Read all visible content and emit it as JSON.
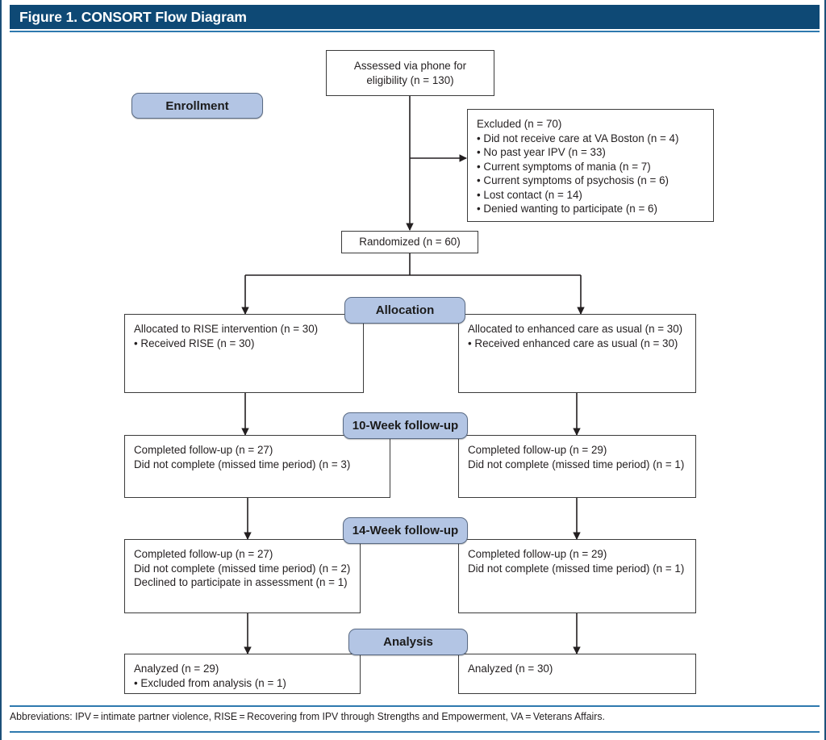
{
  "figure": {
    "title": "Figure 1. CONSORT Flow Diagram",
    "footnote": "Abbreviations: IPV = intimate partner violence, RISE = Recovering from IPV through Strengths and Empowerment, VA = Veterans Affairs.",
    "header_color": "#0e4975",
    "rule_color": "#2e79ae",
    "pill_color": "#b3c5e4",
    "box_border_color": "#3b3b3b"
  },
  "stages": {
    "enrollment": "Enrollment",
    "allocation": "Allocation",
    "followup_10week": "10-Week follow-up",
    "followup_14week": "14-Week follow-up",
    "analysis": "Analysis"
  },
  "boxes": {
    "assessed": {
      "lines": [
        "Assessed via phone for",
        "eligibility (n = 130)"
      ]
    },
    "excluded": {
      "lines": [
        "Excluded (n = 70)",
        "• Did not receive care at VA Boston (n = 4)",
        "• No past year IPV (n = 33)",
        "• Current symptoms of mania (n = 7)",
        "• Current symptoms of psychosis (n = 6)",
        "• Lost contact (n = 14)",
        "• Denied wanting to participate (n = 6)"
      ]
    },
    "randomized": {
      "lines": [
        "Randomized (n = 60)"
      ]
    },
    "allocation_left": {
      "lines": [
        "Allocated to RISE intervention (n = 30)",
        "• Received RISE (n = 30)"
      ]
    },
    "allocation_right": {
      "lines": [
        "Allocated to enhanced care as usual (n = 30)",
        "• Received enhanced care as usual (n = 30)"
      ]
    },
    "followup10_left": {
      "lines": [
        "Completed follow-up (n = 27)",
        "Did not complete (missed time period) (n = 3)"
      ]
    },
    "followup10_right": {
      "lines": [
        "Completed follow-up (n = 29)",
        "Did not complete (missed time period) (n = 1)"
      ]
    },
    "followup14_left": {
      "lines": [
        "Completed follow-up (n = 27)",
        "Did not complete (missed time period) (n = 2)",
        "Declined to participate in assessment (n = 1)"
      ]
    },
    "followup14_right": {
      "lines": [
        "Completed follow-up (n = 29)",
        "Did not complete (missed time period) (n = 1)"
      ]
    },
    "analysis_left": {
      "lines": [
        "Analyzed (n = 29)",
        "• Excluded from analysis (n = 1)"
      ]
    },
    "analysis_right": {
      "lines": [
        "Analyzed (n = 30)"
      ]
    }
  },
  "chart_data": {
    "type": "diagram",
    "title": "Figure 1. CONSORT Flow Diagram",
    "nodes": [
      {
        "id": "assessed",
        "stage": "Enrollment",
        "label": "Assessed via phone for eligibility",
        "n": 130
      },
      {
        "id": "excluded",
        "stage": "Enrollment",
        "label": "Excluded",
        "n": 70,
        "reasons": [
          {
            "reason": "Did not receive care at VA Boston",
            "n": 4
          },
          {
            "reason": "No past year IPV",
            "n": 33
          },
          {
            "reason": "Current symptoms of mania",
            "n": 7
          },
          {
            "reason": "Current symptoms of psychosis",
            "n": 6
          },
          {
            "reason": "Lost contact",
            "n": 14
          },
          {
            "reason": "Denied wanting to participate",
            "n": 6
          }
        ]
      },
      {
        "id": "randomized",
        "stage": "Enrollment",
        "label": "Randomized",
        "n": 60
      },
      {
        "id": "allocation_left",
        "stage": "Allocation",
        "label": "Allocated to RISE intervention",
        "n": 30,
        "details": [
          {
            "label": "Received RISE",
            "n": 30
          }
        ]
      },
      {
        "id": "allocation_right",
        "stage": "Allocation",
        "label": "Allocated to enhanced care as usual",
        "n": 30,
        "details": [
          {
            "label": "Received enhanced care as usual",
            "n": 30
          }
        ]
      },
      {
        "id": "followup10_left",
        "stage": "10-Week follow-up",
        "label": "Completed follow-up",
        "n": 27,
        "details": [
          {
            "label": "Did not complete (missed time period)",
            "n": 3
          }
        ]
      },
      {
        "id": "followup10_right",
        "stage": "10-Week follow-up",
        "label": "Completed follow-up",
        "n": 29,
        "details": [
          {
            "label": "Did not complete (missed time period)",
            "n": 1
          }
        ]
      },
      {
        "id": "followup14_left",
        "stage": "14-Week follow-up",
        "label": "Completed follow-up",
        "n": 27,
        "details": [
          {
            "label": "Did not complete (missed time period)",
            "n": 2
          },
          {
            "label": "Declined to participate in assessment",
            "n": 1
          }
        ]
      },
      {
        "id": "followup14_right",
        "stage": "14-Week follow-up",
        "label": "Completed follow-up",
        "n": 29,
        "details": [
          {
            "label": "Did not complete (missed time period)",
            "n": 1
          }
        ]
      },
      {
        "id": "analysis_left",
        "stage": "Analysis",
        "label": "Analyzed",
        "n": 29,
        "details": [
          {
            "label": "Excluded from analysis",
            "n": 1
          }
        ]
      },
      {
        "id": "analysis_right",
        "stage": "Analysis",
        "label": "Analyzed",
        "n": 30
      }
    ],
    "edges": [
      {
        "from": "assessed",
        "to": "excluded"
      },
      {
        "from": "assessed",
        "to": "randomized"
      },
      {
        "from": "randomized",
        "to": "allocation_left"
      },
      {
        "from": "randomized",
        "to": "allocation_right"
      },
      {
        "from": "allocation_left",
        "to": "followup10_left"
      },
      {
        "from": "allocation_right",
        "to": "followup10_right"
      },
      {
        "from": "followup10_left",
        "to": "followup14_left"
      },
      {
        "from": "followup10_right",
        "to": "followup14_right"
      },
      {
        "from": "followup14_left",
        "to": "analysis_left"
      },
      {
        "from": "followup14_right",
        "to": "analysis_right"
      }
    ]
  }
}
